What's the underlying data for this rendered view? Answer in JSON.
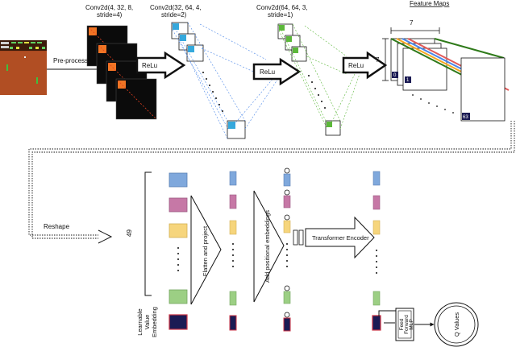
{
  "conv_layers": [
    {
      "label_line1": "Conv2d(4, 32, 8,",
      "label_line2": "stride=4)"
    },
    {
      "label_line1": "Conv2d(32, 64, 4,",
      "label_line2": "stride=2)"
    },
    {
      "label_line1": "Conv2d(64, 64, 3,",
      "label_line2": "stride=1)"
    }
  ],
  "preprocess_label": "Pre-process",
  "relu_label": "ReLu",
  "feature_maps": {
    "title": "Feature Maps",
    "width": "7",
    "height": "7",
    "index_start": "0",
    "index_1": "1",
    "index_end": "63"
  },
  "reshape_label": "Reshape",
  "token_count": "49",
  "flatten_label": "Flatten and project",
  "positional_label": "Add positional embeddings",
  "transformer_label": "Transformer Encoder",
  "learnable_label": [
    "Learnable",
    "Value",
    "Embedding"
  ],
  "mlp_label": [
    "Feed",
    "Forward",
    "MLP"
  ],
  "q_values_label": "Q Values",
  "colors": {
    "blue": "#7fa8dc",
    "pink": "#c678a6",
    "yellow": "#f6d57c",
    "green": "#9ccf84",
    "navy": "#1b1b54",
    "orange": "#f07424",
    "conv_blue": "#35a9dc",
    "conv_green": "#5cb83a",
    "fm_green": "#2f7a1a",
    "fm_orange": "#f5a623",
    "fm_blue": "#4a86e8",
    "fm_red": "#e25a5a"
  }
}
